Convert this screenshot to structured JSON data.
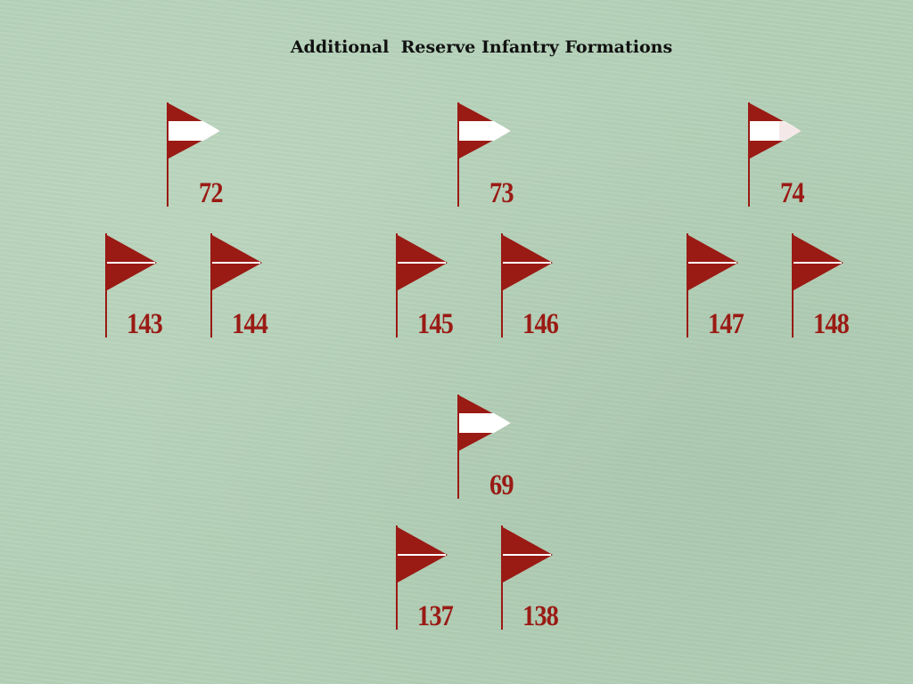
{
  "title": "Additional  Reserve Infantry Formations",
  "colors": {
    "flag": "#9a1a14",
    "stripe": "#ffffff",
    "background": "#b4d1b8",
    "title": "#111111"
  },
  "groups": [
    {
      "division": "72",
      "brigades": [
        "143",
        "144"
      ]
    },
    {
      "division": "73",
      "brigades": [
        "145",
        "146"
      ]
    },
    {
      "division": "74",
      "brigades": [
        "147",
        "148"
      ]
    },
    {
      "division": "69",
      "brigades": [
        "137",
        "138"
      ]
    }
  ]
}
